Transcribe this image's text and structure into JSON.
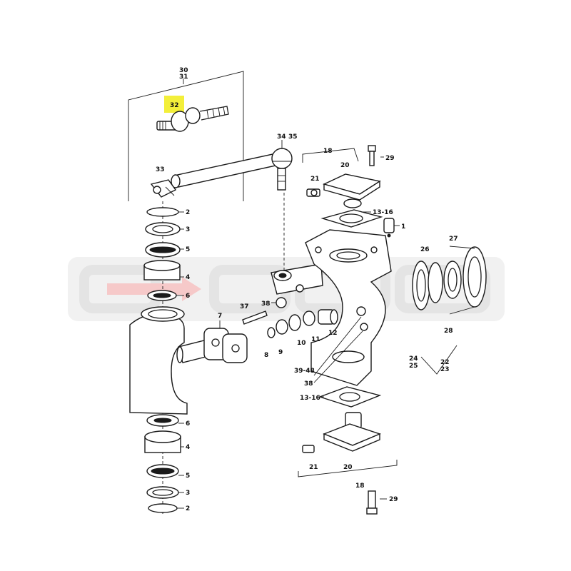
{
  "watermark": {
    "text": "COMPO"
  },
  "highlight_color": "#f3ef3a",
  "callouts": [
    {
      "id": "c30",
      "text": "30"
    },
    {
      "id": "c31",
      "text": "31"
    },
    {
      "id": "c32",
      "text": "32"
    },
    {
      "id": "c33",
      "text": "33"
    },
    {
      "id": "c34",
      "text": "34"
    },
    {
      "id": "c35",
      "text": "35"
    },
    {
      "id": "c18a",
      "text": "18"
    },
    {
      "id": "c29a",
      "text": "29"
    },
    {
      "id": "c21a",
      "text": "21"
    },
    {
      "id": "c20a",
      "text": "20"
    },
    {
      "id": "c1316a",
      "text": "13-16"
    },
    {
      "id": "c1",
      "text": "1"
    },
    {
      "id": "c2a",
      "text": "2"
    },
    {
      "id": "c3a",
      "text": "3"
    },
    {
      "id": "c5a",
      "text": "5"
    },
    {
      "id": "c4a",
      "text": "4"
    },
    {
      "id": "c6a",
      "text": "6"
    },
    {
      "id": "c7",
      "text": "7"
    },
    {
      "id": "c37",
      "text": "37"
    },
    {
      "id": "c38a",
      "text": "38"
    },
    {
      "id": "c8",
      "text": "8"
    },
    {
      "id": "c9",
      "text": "9"
    },
    {
      "id": "c10",
      "text": "10"
    },
    {
      "id": "c11",
      "text": "11"
    },
    {
      "id": "c12",
      "text": "12"
    },
    {
      "id": "c3948",
      "text": "39-48"
    },
    {
      "id": "c38b",
      "text": "38"
    },
    {
      "id": "c26",
      "text": "26"
    },
    {
      "id": "c27",
      "text": "27"
    },
    {
      "id": "c28a",
      "text": "28"
    },
    {
      "id": "c24",
      "text": "24"
    },
    {
      "id": "c25",
      "text": "25"
    },
    {
      "id": "c22",
      "text": "22"
    },
    {
      "id": "c23",
      "text": "23"
    },
    {
      "id": "c1316b",
      "text": "13-16"
    },
    {
      "id": "c6b",
      "text": "6"
    },
    {
      "id": "c4b",
      "text": "4"
    },
    {
      "id": "c5b",
      "text": "5"
    },
    {
      "id": "c3b",
      "text": "3"
    },
    {
      "id": "c2b",
      "text": "2"
    },
    {
      "id": "c21b",
      "text": "21"
    },
    {
      "id": "c20b",
      "text": "20"
    },
    {
      "id": "c18b",
      "text": "18"
    },
    {
      "id": "c29b",
      "text": "29"
    }
  ]
}
